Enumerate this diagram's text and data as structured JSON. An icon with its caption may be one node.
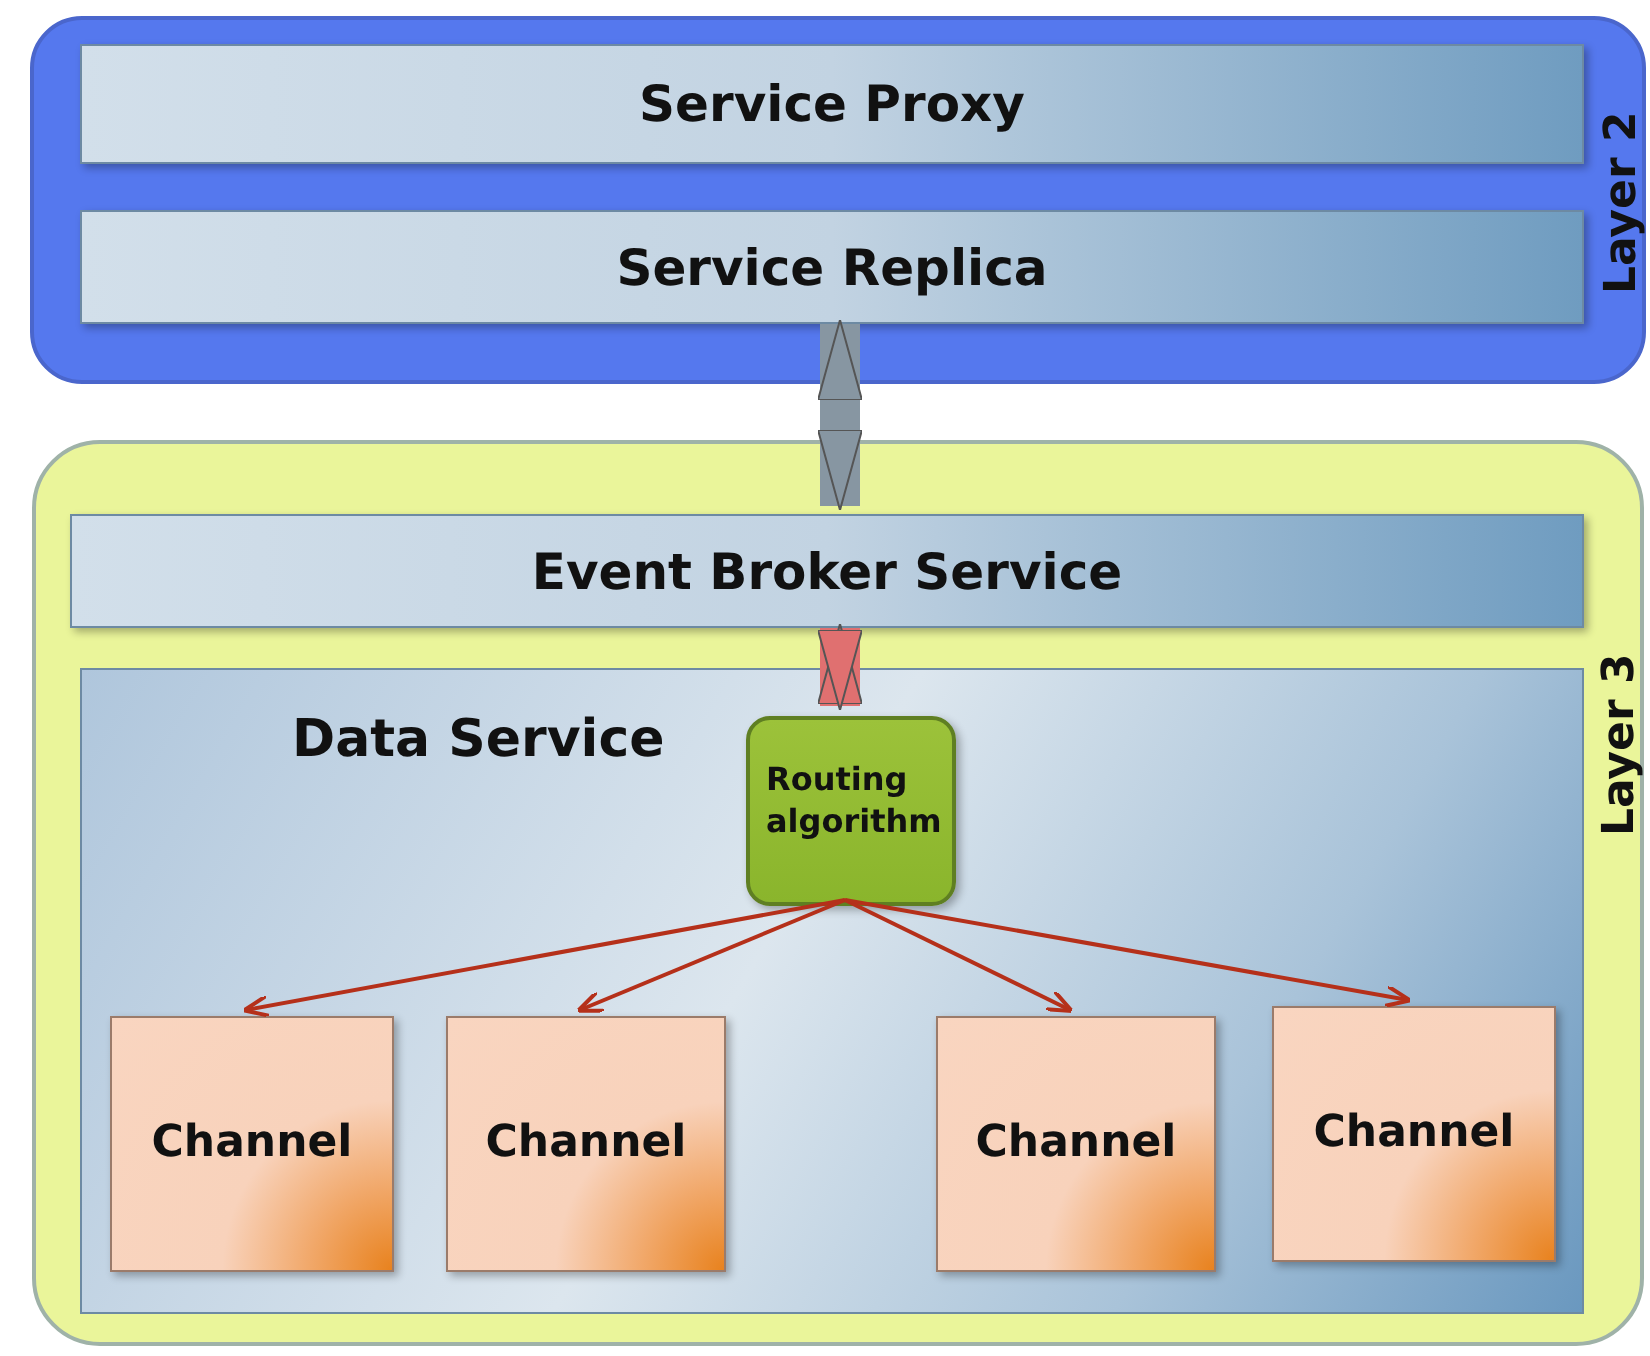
{
  "diagram": {
    "nodes": [
      {
        "text": [
          "Layer 2"
        ]
      },
      {
        "text": [
          "Service Proxy"
        ],
        "in": 0
      },
      {
        "text": [
          "Service Replica"
        ],
        "in": 0
      },
      {
        "text": [
          "Layer 3"
        ]
      },
      {
        "text": [
          "Event Broker Service"
        ],
        "in": 3
      },
      {
        "text": [
          "Data Service"
        ],
        "in": 3
      },
      {
        "text": [
          "Routing algorithm"
        ],
        "in": 5
      },
      {
        "text": [
          "Channel"
        ],
        "in": 5
      },
      {
        "text": [
          "Channel"
        ],
        "in": 5
      },
      {
        "text": [
          "Channel"
        ],
        "in": 5
      },
      {
        "text": [
          "Channel"
        ],
        "in": 5
      }
    ],
    "edges": [
      {
        "from": 2,
        "to": 4,
        "arrow": "both",
        "style": "thick",
        "color": "#8796a2"
      },
      {
        "from": 4,
        "to": 6,
        "arrow": "both",
        "style": "thick",
        "color": "#e07070"
      },
      {
        "from": 6,
        "to": 7,
        "arrow": "to"
      },
      {
        "from": 6,
        "to": 8,
        "arrow": "to"
      },
      {
        "from": 6,
        "to": 9,
        "arrow": "to"
      },
      {
        "from": 6,
        "to": 10,
        "arrow": "to"
      }
    ]
  }
}
